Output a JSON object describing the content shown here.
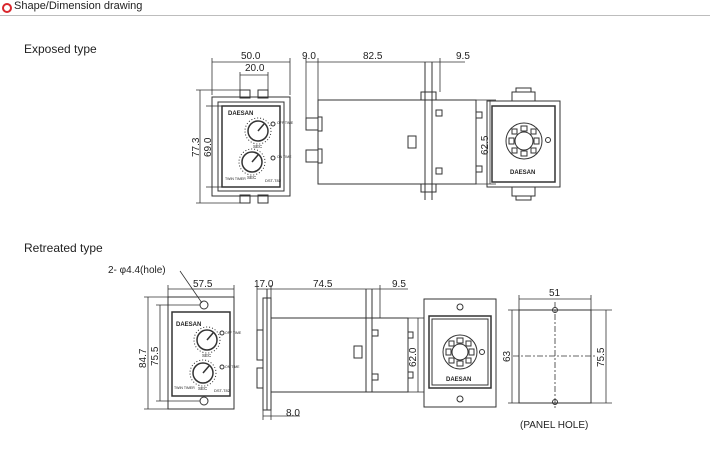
{
  "header": {
    "title": "Shape/Dimension drawing",
    "bullet_color": "#d9262c"
  },
  "exposed": {
    "label": "Exposed type",
    "dims": {
      "w50": "50.0",
      "w20": "20.0",
      "h773": "77.3",
      "h690": "69.0",
      "s90": "9.0",
      "s825": "82.5",
      "s95": "9.5",
      "h625": "62.5"
    },
    "panel": {
      "brand": "DAESAN",
      "unit1": "SEC",
      "unit2": "SEC",
      "lamp1": "OFF TIME",
      "lamp2": "ON TIME",
      "model_left": "TWIN TIMER",
      "model_right": "DST-T82"
    },
    "socket_brand": "DAESAN"
  },
  "retreated": {
    "label": "Retreated type",
    "hole_note": "2- φ4.4(hole)",
    "dims": {
      "w575": "57.5",
      "h847": "84.7",
      "h755": "75.5",
      "s170": "17.0",
      "s745": "74.5",
      "s95": "9.5",
      "h620": "62.0",
      "s80": "8.0"
    },
    "panel": {
      "brand": "DAESAN",
      "unit1": "SEC",
      "unit2": "SEC",
      "lamp1": "OFF TIME",
      "lamp2": "ON TIME",
      "model_left": "TWIN TIMER",
      "model_right": "DST-T82"
    },
    "socket_brand": "DAESAN",
    "panel_hole": {
      "w": "51",
      "h1": "63",
      "h2": "75.5",
      "label": "(PANEL HOLE)"
    }
  }
}
